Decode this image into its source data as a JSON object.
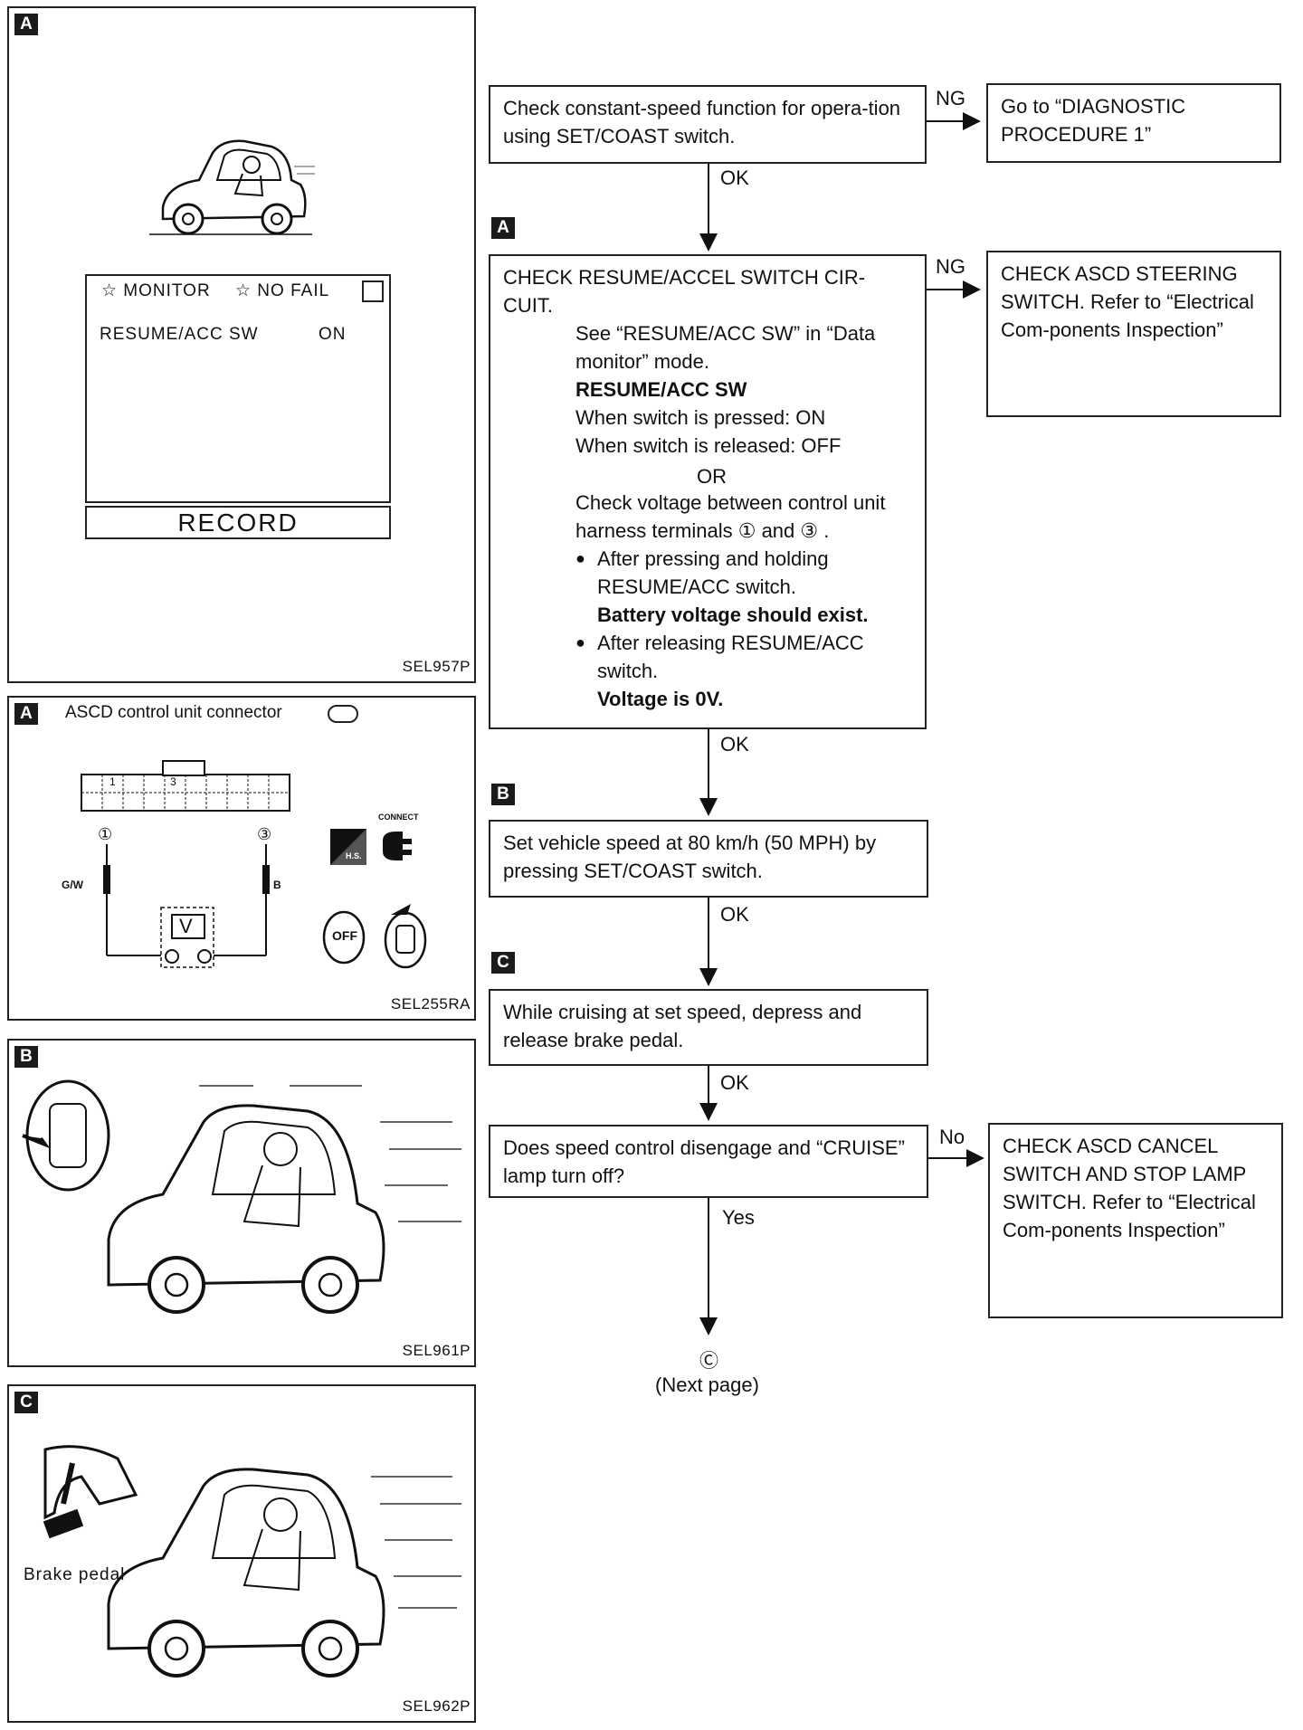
{
  "tags": {
    "a": "A",
    "b": "B",
    "c": "C"
  },
  "panel_monitor": {
    "code": "SEL957P",
    "monitor_header": "☆ MONITOR",
    "no_fail": "☆ NO FAIL",
    "item_label": "RESUME/ACC SW",
    "item_value": "ON",
    "record": "RECORD"
  },
  "panel_connector": {
    "code": "SEL255RA",
    "title": "ASCD control unit connector",
    "title_icon": "connector-harness-icon",
    "pin1": "1",
    "pin3": "3",
    "term1": "①",
    "term3": "③",
    "wire1": "G/W",
    "wire3": "B",
    "meter": "V",
    "connect": "CONNECT",
    "hs": "H.S.",
    "off": "OFF"
  },
  "panel_resume": {
    "code": "SEL961P"
  },
  "panel_brake": {
    "code": "SEL962P",
    "brake_label": "Brake pedal"
  },
  "flow": {
    "step1": "Check constant-speed function for opera-tion using SET/COAST switch.",
    "step1_ng": "Go to “DIAGNOSTIC PROCEDURE 1”",
    "step2_title": "CHECK RESUME/ACCEL SWITCH CIR-CUIT.",
    "step2_consult_a": "See “RESUME/ACC SW” in “Data monitor” mode.",
    "step2_consult_b": "RESUME/ACC SW",
    "step2_consult_c": "When switch is pressed: ON",
    "step2_consult_d": "When switch is released: OFF",
    "step2_or": "OR",
    "step2_volt_a": "Check voltage between control unit harness terminals ① and ③ .",
    "step2_volt_b1": "After pressing and holding RESUME/ACC switch.",
    "step2_volt_b2": "Battery voltage should exist.",
    "step2_volt_c1": "After releasing RESUME/ACC switch.",
    "step2_volt_c2": "Voltage is 0V.",
    "step2_ng": "CHECK ASCD STEERING SWITCH. Refer to “Electrical Com-ponents Inspection”",
    "step3": "Set vehicle speed at 80 km/h (50 MPH) by pressing SET/COAST switch.",
    "step4": "While cruising at set speed, depress and release brake pedal.",
    "step5": "Does speed control disengage and “CRUISE” lamp turn off?",
    "step5_no": "CHECK ASCD CANCEL SWITCH AND STOP LAMP SWITCH. Refer to “Electrical Com-ponents Inspection”",
    "ng": "NG",
    "ok": "OK",
    "no": "No",
    "yes": "Yes",
    "next_marker": "Ⓒ",
    "next_page": "(Next page)"
  }
}
